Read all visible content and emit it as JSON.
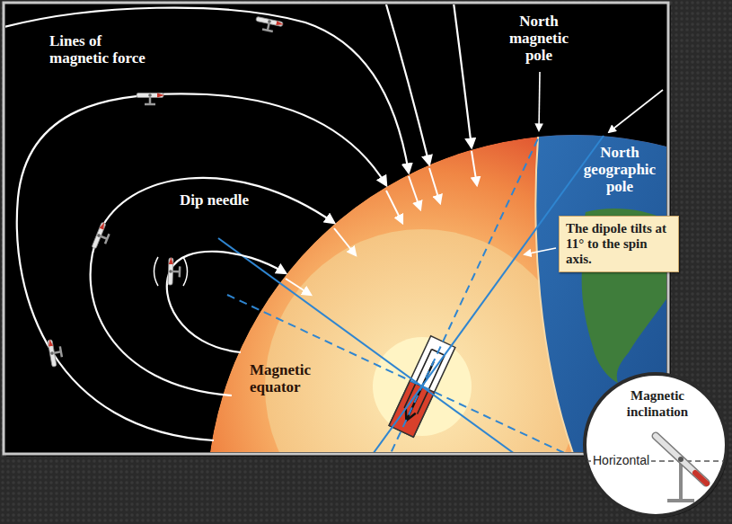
{
  "diagram": {
    "nodes": [
      {
        "text": [
          "The dipole tilts at 11° to the spin axis."
        ]
      },
      {
        "text": [
          "Magnetic inclination",
          "Horizontal"
        ]
      }
    ],
    "labels": [
      "Lines of magnetic force",
      "North magnetic pole",
      "North geographic pole",
      "Dip needle",
      "Magnetic equator"
    ]
  }
}
